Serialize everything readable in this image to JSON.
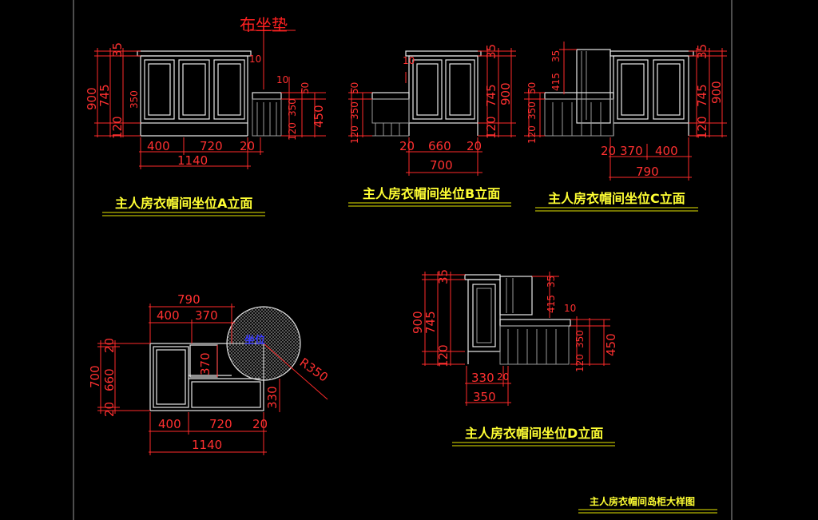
{
  "drawing_title": "主人房衣帽间岛柜大样图",
  "note_label": "布坐垫",
  "plan_label": "坐位",
  "radius_label": "R350",
  "elevations": {
    "a": {
      "title": "主人房衣帽间坐位A立面",
      "left_dims": [
        "900",
        "745",
        "35",
        "120",
        "350"
      ],
      "right_dims": [
        "10",
        "10",
        "450",
        "120",
        "350",
        "50"
      ],
      "bottom_dims": [
        "400",
        "720",
        "20"
      ],
      "total": "1140"
    },
    "b": {
      "title": "主人房衣帽间坐位B立面",
      "left_dims": [
        "120",
        "350",
        "50"
      ],
      "right_dims": [
        "35",
        "745",
        "900",
        "120",
        "10"
      ],
      "bottom_dims": [
        "20",
        "660",
        "20"
      ],
      "total": "700"
    },
    "c": {
      "title": "主人房衣帽间坐位C立面",
      "left_dims": [
        "120",
        "350",
        "50",
        "415",
        "35"
      ],
      "right_dims": [
        "35",
        "745",
        "900",
        "120"
      ],
      "bottom_dims": [
        "20",
        "370",
        "400"
      ],
      "total": "790"
    },
    "d": {
      "title": "主人房衣帽间坐位D立面",
      "left_dims": [
        "900",
        "745",
        "35",
        "120"
      ],
      "right_dims": [
        "415",
        "35",
        "10",
        "120",
        "350",
        "450"
      ],
      "bottom_dims": [
        "330",
        "20"
      ],
      "total": "350"
    }
  },
  "plan": {
    "top_total": "790",
    "top_dims": [
      "400",
      "370"
    ],
    "left_total": "700",
    "left_dims": [
      "20",
      "660",
      "20"
    ],
    "inner_dim": "370",
    "right_dim": "330",
    "bottom_dims": [
      "400",
      "720",
      "20"
    ],
    "bottom_total": "1140"
  }
}
